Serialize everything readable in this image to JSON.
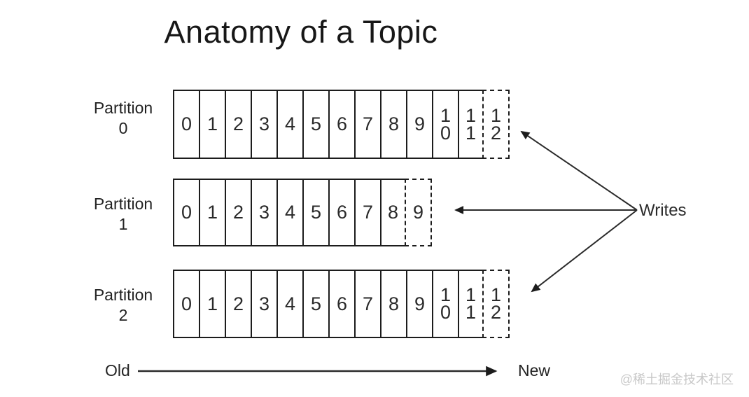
{
  "title": "Anatomy of a Topic",
  "partitions": [
    {
      "label_line1": "Partition",
      "label_line2": "0",
      "cells": [
        "0",
        "1",
        "2",
        "3",
        "4",
        "5",
        "6",
        "7",
        "8",
        "9",
        "10",
        "11"
      ],
      "pending_cell": "12"
    },
    {
      "label_line1": "Partition",
      "label_line2": "1",
      "cells": [
        "0",
        "1",
        "2",
        "3",
        "4",
        "5",
        "6",
        "7",
        "8"
      ],
      "pending_cell": "9"
    },
    {
      "label_line1": "Partition",
      "label_line2": "2",
      "cells": [
        "0",
        "1",
        "2",
        "3",
        "4",
        "5",
        "6",
        "7",
        "8",
        "9",
        "10",
        "11"
      ],
      "pending_cell": "12"
    }
  ],
  "writes_label": "Writes",
  "axis": {
    "old_label": "Old",
    "new_label": "New"
  },
  "watermark": "@稀土掘金技术社区",
  "colors": {
    "ink": "#1c1c1c",
    "background": "#ffffff",
    "watermark": "#c8c8c8"
  }
}
